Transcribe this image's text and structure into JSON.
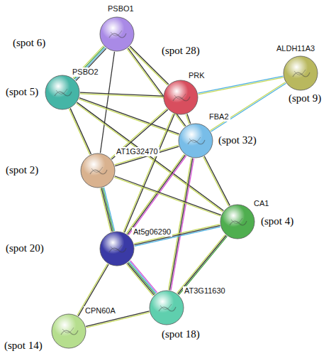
{
  "diagram": {
    "nodes": [
      {
        "text": [
          "PSBO1",
          "(spot 6)"
        ]
      },
      {
        "text": [
          "PSBO2",
          "(spot 5)"
        ]
      },
      {
        "text": [
          "PRK",
          "(spot 28)"
        ]
      },
      {
        "text": [
          "ALDH11A3",
          "(spot 9)"
        ]
      },
      {
        "text": [
          "FBA2",
          "(spot 32)"
        ]
      },
      {
        "text": [
          "AT1G32470",
          "(spot 2)"
        ]
      },
      {
        "text": [
          "CA1",
          "(spot 4)"
        ]
      },
      {
        "text": [
          "At5g06290",
          "(spot 20)"
        ]
      },
      {
        "text": [
          "CPN60A",
          "(spot 14)"
        ]
      },
      {
        "text": [
          "AT3G11630",
          "(spot 18)"
        ]
      }
    ],
    "edges": [
      {
        "from": 0,
        "to": 1,
        "arrow": "none"
      },
      {
        "from": 0,
        "to": 2,
        "arrow": "none"
      },
      {
        "from": 0,
        "to": 4,
        "arrow": "none"
      },
      {
        "from": 0,
        "to": 5,
        "arrow": "none"
      },
      {
        "from": 1,
        "to": 2,
        "arrow": "none"
      },
      {
        "from": 1,
        "to": 4,
        "arrow": "none"
      },
      {
        "from": 1,
        "to": 5,
        "arrow": "none"
      },
      {
        "from": 1,
        "to": 6,
        "arrow": "none"
      },
      {
        "from": 2,
        "to": 3,
        "arrow": "none"
      },
      {
        "from": 2,
        "to": 4,
        "arrow": "none"
      },
      {
        "from": 2,
        "to": 5,
        "arrow": "none"
      },
      {
        "from": 2,
        "to": 7,
        "arrow": "none"
      },
      {
        "from": 3,
        "to": 4,
        "arrow": "none"
      },
      {
        "from": 4,
        "to": 5,
        "arrow": "none"
      },
      {
        "from": 4,
        "to": 6,
        "arrow": "none"
      },
      {
        "from": 4,
        "to": 7,
        "arrow": "none"
      },
      {
        "from": 4,
        "to": 9,
        "arrow": "none"
      },
      {
        "from": 5,
        "to": 7,
        "arrow": "none"
      },
      {
        "from": 5,
        "to": 6,
        "arrow": "none"
      },
      {
        "from": 6,
        "to": 7,
        "arrow": "none"
      },
      {
        "from": 6,
        "to": 9,
        "arrow": "none"
      },
      {
        "from": 7,
        "to": 9,
        "arrow": "none"
      },
      {
        "from": 7,
        "to": 8,
        "arrow": "none"
      },
      {
        "from": 8,
        "to": 9,
        "arrow": "none"
      }
    ]
  }
}
